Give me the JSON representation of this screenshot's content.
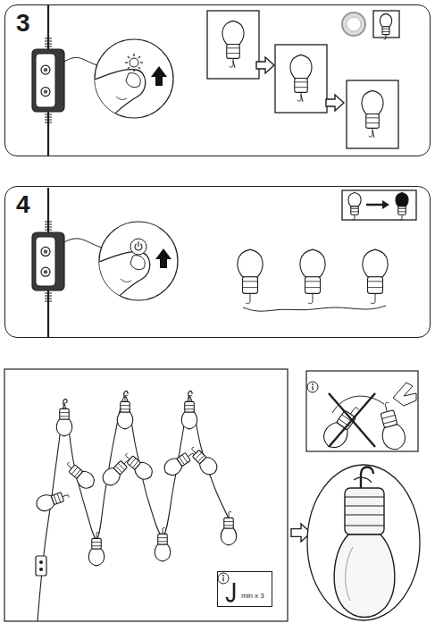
{
  "diagram": {
    "nodes": [
      {
        "text": [
          "3"
        ]
      },
      {
        "text": [
          "4"
        ]
      },
      {
        "text": [
          "min x 3"
        ]
      }
    ]
  }
}
